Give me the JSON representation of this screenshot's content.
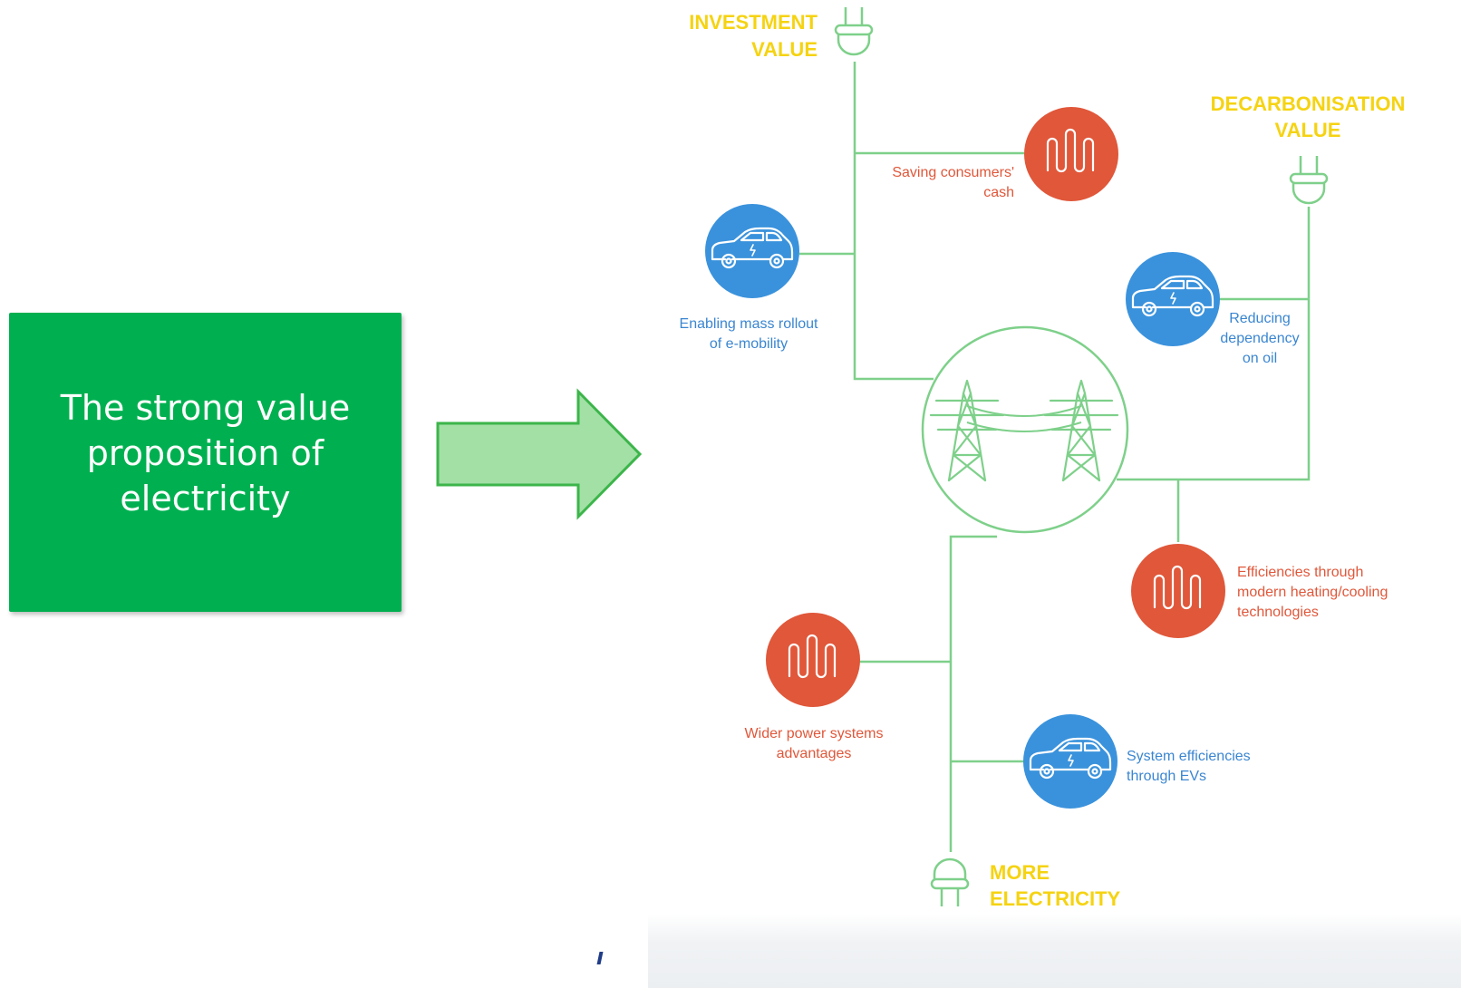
{
  "box": {
    "text": "The strong value proposition of electricity"
  },
  "colors": {
    "box_green": "#00b050",
    "arrow_fill": "#a2e0a6",
    "arrow_stroke": "#3cb54a",
    "line_green": "#7ed08a",
    "yellow": "#f5d312",
    "orange": "#e0573a",
    "blue": "#3a86d1"
  },
  "values": {
    "investment": [
      "INVESTMENT",
      "VALUE"
    ],
    "decarbonisation": [
      "DECARBONISATION",
      "VALUE"
    ],
    "more_electricity": [
      "MORE",
      "ELECTRICITY"
    ]
  },
  "items": {
    "saving_cash": {
      "icon": "heater-icon",
      "lines": [
        "Saving consumers'",
        "cash"
      ]
    },
    "e_mobility": {
      "icon": "electric-car-icon",
      "lines": [
        "Enabling mass rollout",
        "of e-mobility"
      ]
    },
    "oil": {
      "icon": "electric-car-icon",
      "lines": [
        "Reducing",
        "dependency",
        "on oil"
      ]
    },
    "heating": {
      "icon": "heater-icon",
      "lines": [
        "Efficiencies through",
        "modern heating/cooling",
        "technologies"
      ]
    },
    "power_systems": {
      "icon": "heater-icon",
      "lines": [
        "Wider power systems",
        "advantages"
      ]
    },
    "evs": {
      "icon": "electric-car-icon",
      "lines": [
        "System efficiencies",
        "through EVs"
      ]
    }
  },
  "center": {
    "icon": "power-pylons-icon"
  }
}
